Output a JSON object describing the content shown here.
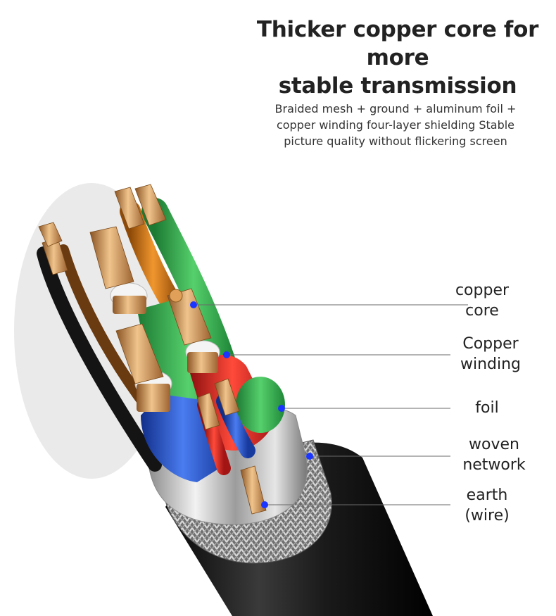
{
  "headline": {
    "line1": "Thicker copper core for more",
    "line2": "stable transmission"
  },
  "subtitle": {
    "line1": "Braided mesh + ground + aluminum foil +",
    "line2": "copper winding four-layer shielding Stable",
    "line3": "picture quality without flickering screen"
  },
  "callouts": [
    {
      "line1": "copper",
      "line2": "core"
    },
    {
      "line1": "Copper",
      "line2": "winding"
    },
    {
      "line1": "foil",
      "line2": ""
    },
    {
      "line1": "woven",
      "line2": "network"
    },
    {
      "line1": "earth",
      "line2": "(wire)"
    }
  ],
  "colors": {
    "marker": "#1a35ff",
    "jacket": "#151515",
    "copper": "#c98a4a",
    "green": "#2fa84a",
    "red": "#d42424",
    "blue": "#2350c8",
    "orange": "#d9771c"
  }
}
